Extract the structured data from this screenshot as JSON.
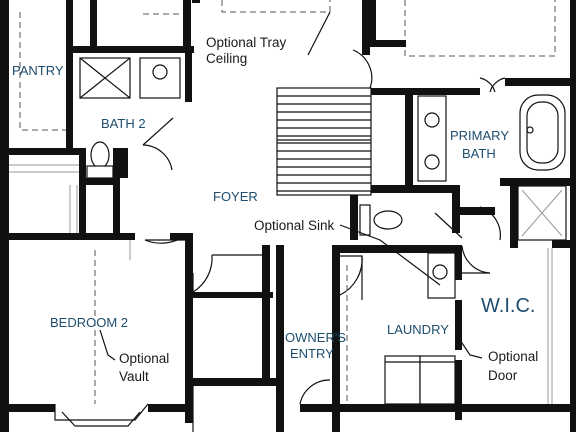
{
  "rooms": {
    "pantry": "PANTRY",
    "bath2": "BATH 2",
    "foyer": "FOYER",
    "primary_bath_line1": "PRIMARY",
    "primary_bath_line2": "BATH",
    "wic": "W.I.C.",
    "bedroom2": "BEDROOM 2",
    "laundry": "LAUNDRY",
    "owners_entry_line1": "OWNER'S",
    "owners_entry_line2": "ENTRY"
  },
  "notes": {
    "tray_line1": "Optional Tray",
    "tray_line2": "Ceiling",
    "sink": "Optional Sink",
    "vault_line1": "Optional",
    "vault_line2": "Vault",
    "door_line1": "Optional",
    "door_line2": "Door"
  },
  "colors": {
    "label_blue": "#1f4e6e",
    "wall": "#111111"
  }
}
